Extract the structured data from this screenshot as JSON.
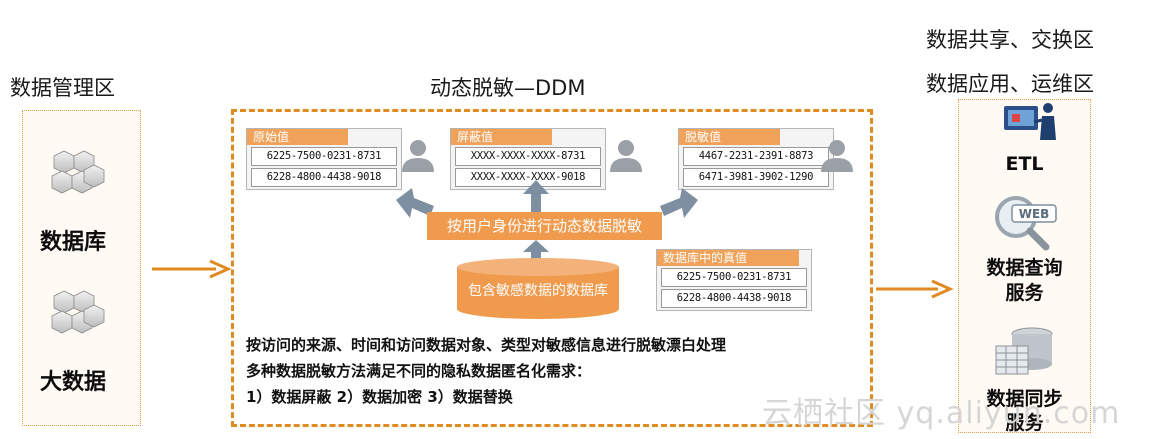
{
  "zones": {
    "left_title": "数据管理区",
    "center_title": "动态脱敏—DDM",
    "right_title_line1": "数据共享、交换区",
    "right_title_line2": "数据应用、运维区"
  },
  "left": {
    "items": [
      {
        "label": "数据库",
        "icon": "cubes-icon"
      },
      {
        "label": "大数据",
        "icon": "cubes-icon"
      }
    ]
  },
  "cards": {
    "original": {
      "title": "原始值",
      "rows": [
        "6225-7500-0231-8731",
        "6228-4800-4438-9018"
      ]
    },
    "masked": {
      "title": "屏蔽值",
      "rows": [
        "XXXX-XXXX-XXXX-8731",
        "XXXX-XXXX-XXXX-9018"
      ]
    },
    "desensitized": {
      "title": "脱敏值",
      "rows": [
        "4467-2231-2391-8873",
        "6471-3981-3902-1290"
      ]
    },
    "real": {
      "title": "数据库中的真值",
      "rows": [
        "6225-7500-0231-8731",
        "6228-4800-4438-9018"
      ]
    }
  },
  "rule_bar": "按用户身份进行动态数据脱敏",
  "database_label": "包含敏感数据的数据库",
  "notes": {
    "line1": "按访问的来源、时间和访问数据对象、类型对敏感信息进行脱敏漂白处理",
    "line2": "多种数据脱敏方法满足不同的隐私数据匿名化需求：",
    "line3": "1）数据屏蔽  2）数据加密  3）数据替换"
  },
  "services": [
    {
      "label": "ETL",
      "icon": "etl-operator-icon"
    },
    {
      "label_line1": "数据查询",
      "label_line2": "服务",
      "icon": "web-search-icon"
    },
    {
      "label_line1": "数据同步",
      "label_line2": "服务",
      "icon": "server-db-icon"
    }
  ],
  "watermark": "云栖社区 yq.aliyun.com",
  "colors": {
    "accent_orange": "#e08a22",
    "card_header": "#f0a25a",
    "rule_bar": "#ef9a4c",
    "arrow_gray": "#7d8fa0"
  }
}
